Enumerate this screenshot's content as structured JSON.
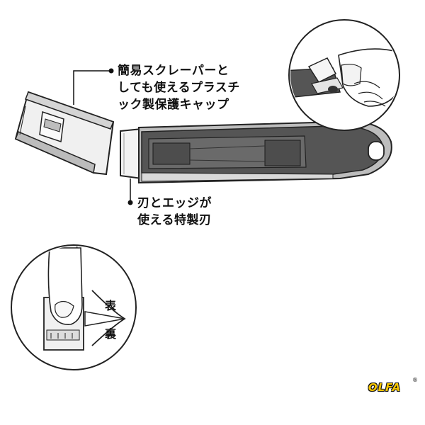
{
  "callouts": {
    "cap": [
      "簡易スクレーパーと",
      "しても使えるプラスチ",
      "ック製保護キャップ"
    ],
    "blade": [
      "刃とエッジが",
      "使える特製刃"
    ]
  },
  "detail": {
    "front_label": "表",
    "back_label": "裏"
  },
  "brand": {
    "logo_text": "OLFA",
    "registered_mark": "®",
    "logo_color": "#f5c400"
  },
  "colors": {
    "handle_dark": "#4a4a4a",
    "handle_mid": "#8a8a8a",
    "handle_light": "#c8c8c8",
    "cap_fill": "#e6e6e6"
  }
}
